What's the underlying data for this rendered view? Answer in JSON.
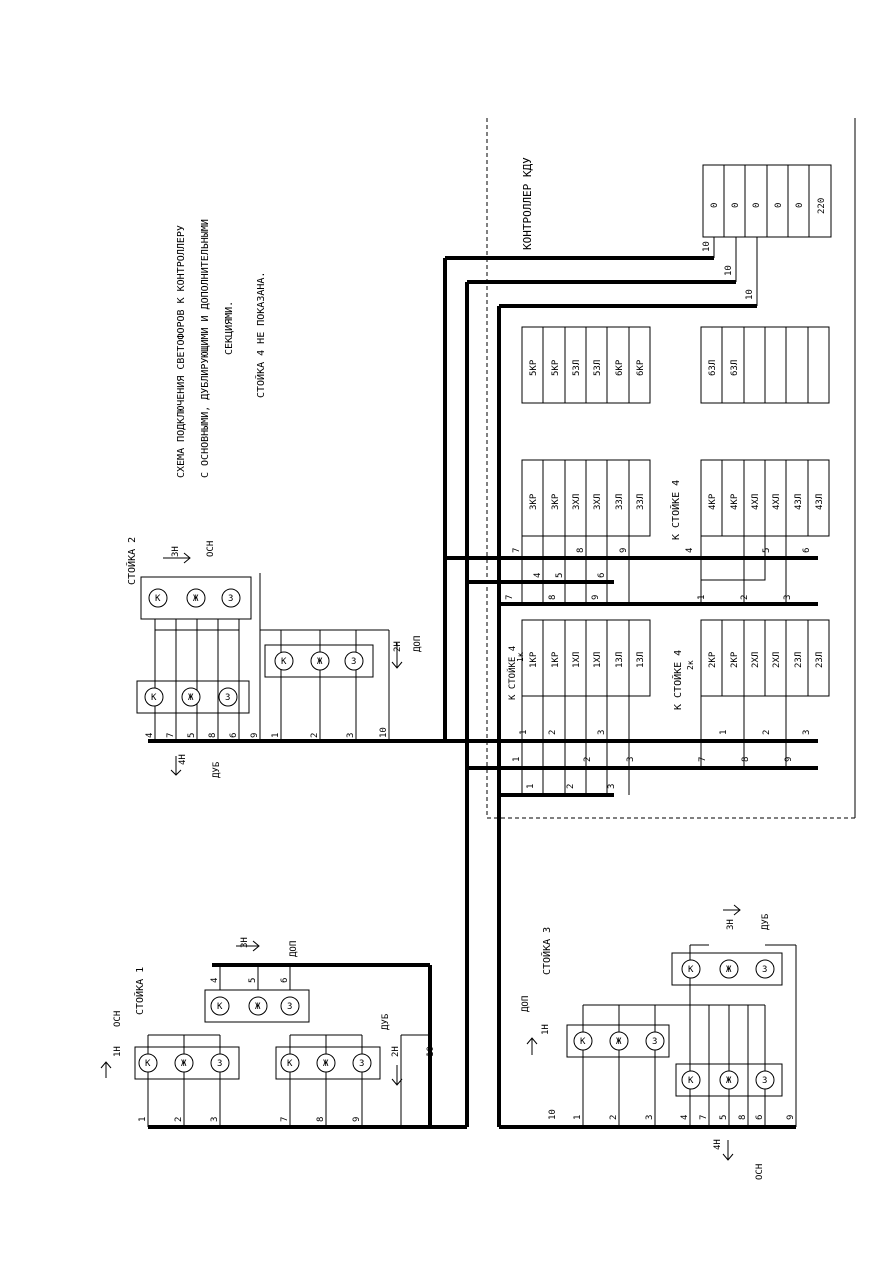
{
  "title": {
    "line1": "СХЕМА ПОДКЛЮЧЕНИЯ СВЕТОФОРОВ К КОНТРОЛЛЕРУ",
    "line2": "С ОСНОВНЫМИ, ДУБЛИРУЮЩИМИ И ДОПОЛНИТЕЛЬНЫМИ",
    "line3": "СЕКЦИЯМИ.",
    "note": "СТОЙКА 4 НЕ ПОКАЗАНА."
  },
  "controller": {
    "label": "КОНТРОЛЛЕР КДУ",
    "power_terminals": [
      "0",
      "0",
      "0",
      "0",
      "0",
      "220"
    ],
    "zero_wire_label": "10",
    "blocks": {
      "block5": [
        "5КР",
        "5КР",
        "5ЗЛ",
        "5ЗЛ",
        "6КР",
        "6КР"
      ],
      "block6": [
        "6ЗЛ",
        "6ЗЛ",
        "",
        "",
        "",
        ""
      ],
      "block3": [
        "3КР",
        "3КР",
        "3ХЛ",
        "3ХЛ",
        "3ЗЛ",
        "3ЗЛ"
      ],
      "block4": [
        "4КР",
        "4КР",
        "4ХЛ",
        "4ХЛ",
        "4ЗЛ",
        "4ЗЛ"
      ],
      "block1": [
        "1КР",
        "1КР",
        "1ХЛ",
        "1ХЛ",
        "1ЗЛ",
        "1ЗЛ"
      ],
      "block2": [
        "2КР",
        "2КР",
        "2ХЛ",
        "2ХЛ",
        "2ЗЛ",
        "2ЗЛ"
      ]
    },
    "to_stand4": "К СТОЙКЕ 4",
    "to_stand4_1k": "К СТОЙКЕ 4",
    "to_stand4_2k": "К СТОЙКЕ 4",
    "tag_1k": "1к",
    "tag_2k": "2к"
  },
  "lamps": {
    "red": "К",
    "yellow": "Ж",
    "green": "З"
  },
  "stands": {
    "s1": "СТОЙКА 1",
    "s2": "СТОЙКА 2",
    "s3": "СТОЙКА 3"
  },
  "directions": {
    "n1": "1Н",
    "n2": "2Н",
    "n3": "3Н",
    "n4": "4Н",
    "main": "ОСН",
    "dub": "ДУБ",
    "add": "ДОП"
  },
  "wire_numbers": {
    "n1": "1",
    "n2": "2",
    "n3": "3",
    "n4": "4",
    "n5": "5",
    "n6": "6",
    "n7": "7",
    "n8": "8",
    "n9": "9",
    "n10": "10"
  }
}
